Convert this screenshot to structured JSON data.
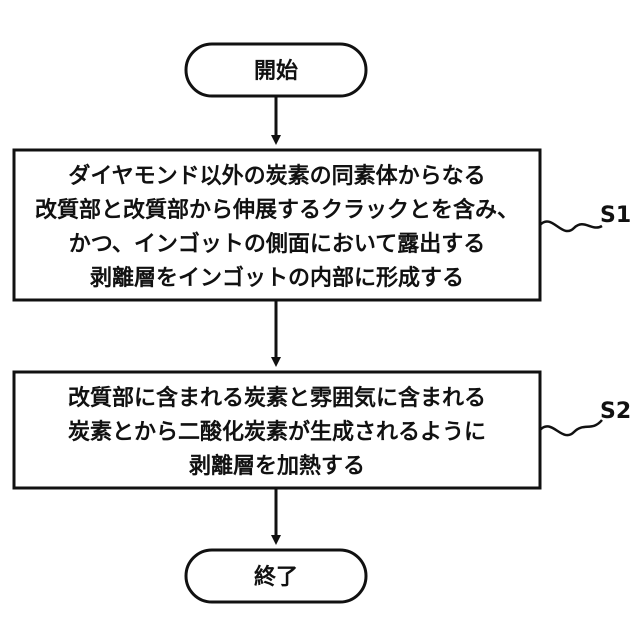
{
  "flow": {
    "start": "開始",
    "end": "終了",
    "steps": [
      {
        "label": "S1",
        "lines": [
          "ダイヤモンド以外の炭素の同素体からなる",
          "改質部と改質部から伸展するクラックとを含み、",
          "かつ、インゴットの側面において露出する",
          "剥離層をインゴットの内部に形成する"
        ]
      },
      {
        "label": "S2",
        "lines": [
          "改質部に含まれる炭素と雰囲気に含まれる",
          "炭素とから二酸化炭素が生成されるように",
          "剥離層を加熱する"
        ]
      }
    ]
  },
  "colors": {
    "stroke": "#111111",
    "background": "#ffffff"
  }
}
